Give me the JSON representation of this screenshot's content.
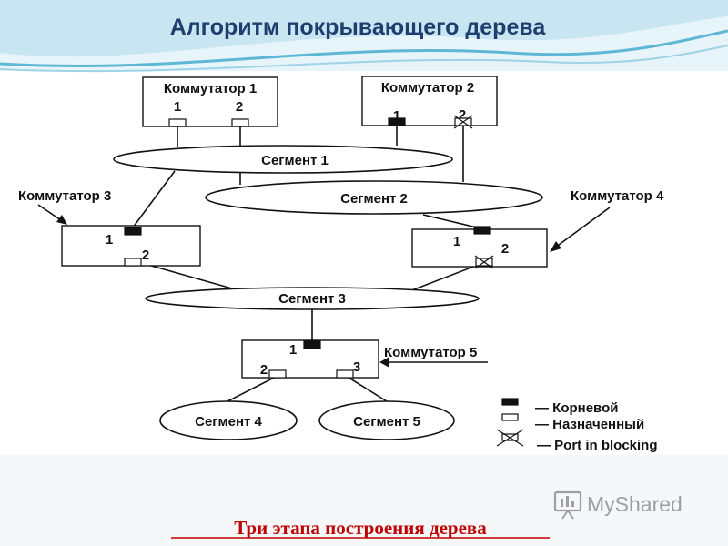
{
  "title": "Алгоритм покрывающего дерева",
  "switches": {
    "sw1": {
      "name": "Коммутатор 1",
      "port1": "1",
      "port2": "2"
    },
    "sw2": {
      "name": "Коммутатор 2",
      "port1": "1",
      "port2": "2"
    },
    "sw3": {
      "name": "Коммутатор 3",
      "port1": "1",
      "port2": "2"
    },
    "sw4": {
      "name": "Коммутатор 4",
      "port1": "1",
      "port2": "2"
    },
    "sw5": {
      "name": "Коммутатор 5",
      "port1": "1",
      "port2": "2",
      "port3": "3"
    }
  },
  "segments": {
    "s1": "Сегмент 1",
    "s2": "Сегмент 2",
    "s3": "Сегмент 3",
    "s4": "Сегмент 4",
    "s5": "Сегмент 5"
  },
  "legend": {
    "root": "— Корневой",
    "designated": "— Назначенный",
    "blocking": "— Port in blocking"
  },
  "logo": {
    "text": "MyShared",
    "icon": "presentation-board-icon"
  },
  "caption": "Три этапа построения дерева",
  "colors": {
    "title": "#1f3e6e",
    "caption": "#c00000",
    "header_wave": "#5fb7d6",
    "logo": "#9aa0a6"
  }
}
